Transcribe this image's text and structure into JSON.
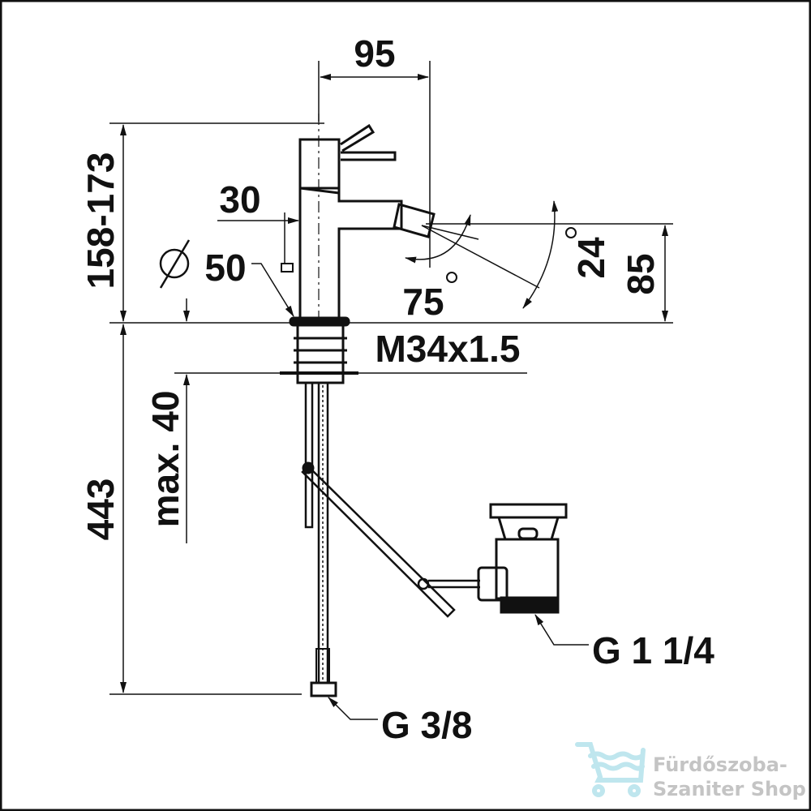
{
  "dimensions": {
    "width_95": "95",
    "height_158_173": "158-173",
    "offset_30": "30",
    "diameter_symbol": "Ø",
    "diameter_50": "50",
    "angle_75": "75",
    "angle_24": "24",
    "degree_symbol": "°",
    "height_85": "85",
    "thread": "M34x1.5",
    "max_40": "max. 40",
    "length_443": "443",
    "waste_thread": "G 1 1/4",
    "supply_thread": "G 3/8"
  },
  "watermark": {
    "line1": "Fürdőszoba-",
    "line2": "Szaniter Shop"
  },
  "colors": {
    "line": "#111111",
    "watermark_icon": "#bfe6ee",
    "watermark_text": "#c4c4c4"
  }
}
